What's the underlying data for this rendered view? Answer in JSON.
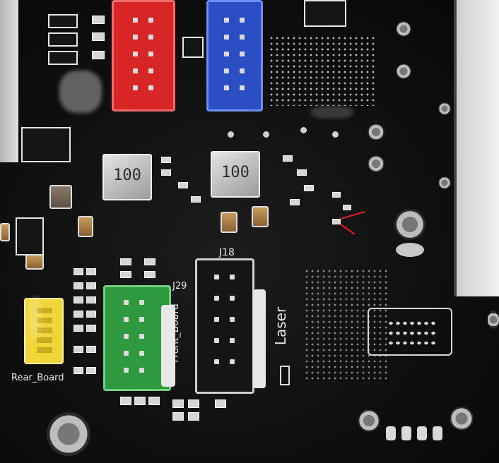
{
  "silkscreen": {
    "inductor_left": "100",
    "inductor_right": "100",
    "j18_label": "J18",
    "j29_label": "J29",
    "front_board_label": "Front_Board",
    "laser_label": "Laser",
    "rear_board_label": "Rear_Board"
  },
  "colors": {
    "pcb": "#0f0f0f",
    "connector_red": "#d82525",
    "connector_blue": "#2a4fc4",
    "connector_green": "#2e9a3d",
    "connector_black": "#151515",
    "connector_yellow": "#f0d63a",
    "annotation_red": "#e02020"
  }
}
